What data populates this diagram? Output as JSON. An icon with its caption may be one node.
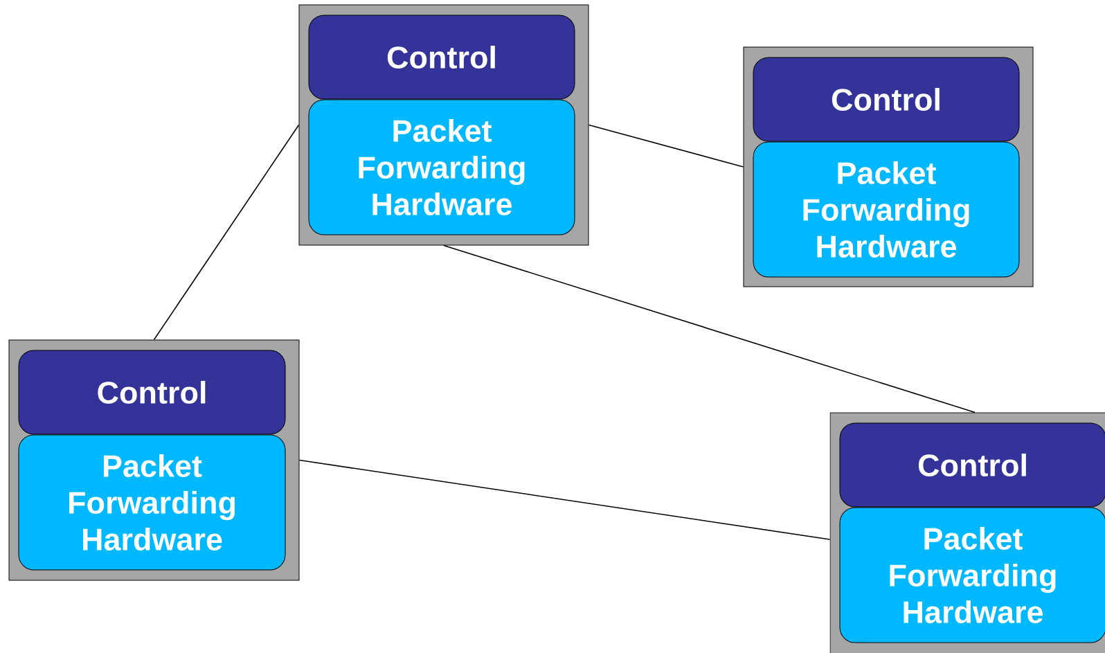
{
  "diagram": {
    "nodes": [
      {
        "text": [],
        "shape": "box"
      },
      {
        "text": [
          "Control"
        ],
        "in": 0
      },
      {
        "text": [
          "Packet Forwarding Hardware"
        ],
        "in": 0
      },
      {
        "text": [],
        "shape": "box"
      },
      {
        "text": [
          "Control"
        ],
        "in": 3
      },
      {
        "text": [
          "Packet Forwarding Hardware"
        ],
        "in": 3
      },
      {
        "text": [],
        "shape": "box"
      },
      {
        "text": [
          "Control"
        ],
        "in": 6
      },
      {
        "text": [
          "Packet Forwarding Hardware"
        ],
        "in": 6
      },
      {
        "text": [],
        "shape": "box"
      },
      {
        "text": [
          "Control"
        ],
        "in": 9
      },
      {
        "text": [
          "Packet Forwarding Hardware"
        ],
        "in": 9
      }
    ],
    "edges": [
      {
        "from": 0,
        "to": 6,
        "arrow": "none"
      },
      {
        "from": 0,
        "to": 3,
        "arrow": "none"
      },
      {
        "from": 0,
        "to": 9,
        "arrow": "none"
      },
      {
        "from": 6,
        "to": 9,
        "arrow": "none"
      }
    ]
  }
}
